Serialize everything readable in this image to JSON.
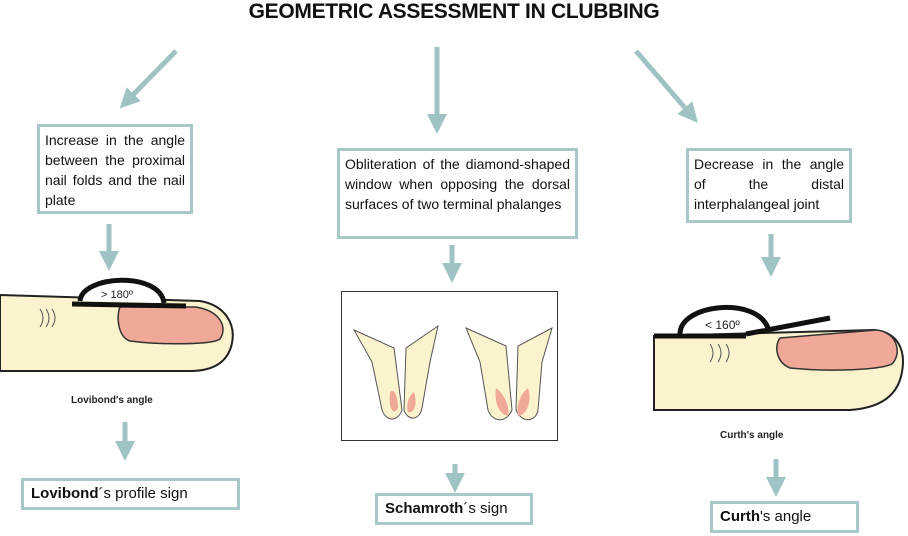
{
  "title": "GEOMETRIC ASSESSMENT IN CLUBBING",
  "boxes": {
    "left": "Increase in the angle between the proximal nail folds and the nail plate",
    "middle": "Obliteration of the diamond-shaped window when opposing the dorsal surfaces of two terminal phalanges",
    "right": "Decrease in the angle of the distal interphalangeal joint"
  },
  "angles": {
    "left_value": "> 180º",
    "right_value": "< 160º"
  },
  "captions": {
    "left": "Lovibond's angle",
    "right": "Curth's angle"
  },
  "results": {
    "left_bold": "Lovibond",
    "left_rest": "´s profile sign",
    "middle_bold": "Schamroth",
    "middle_rest": "´s sign",
    "right_bold": "Curth",
    "right_rest": "'s angle"
  },
  "colors": {
    "arrow": "#9fc3c2",
    "box_border": "#a7c8c7",
    "skin": "#faf3cd",
    "nail": "#f0a899"
  }
}
